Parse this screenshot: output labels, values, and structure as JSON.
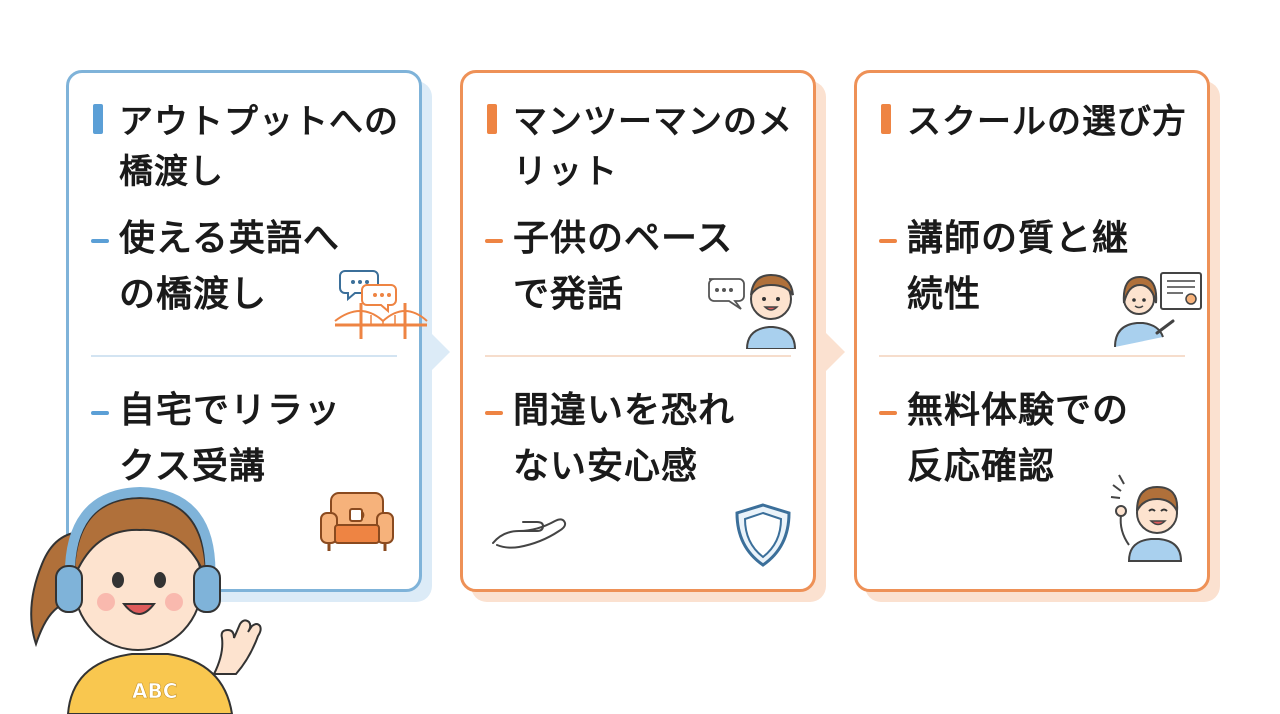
{
  "cards": [
    {
      "title": "アウトプットへの橋渡し",
      "items": [
        "使える英語への橋渡し",
        "自宅でリラックス受講"
      ]
    },
    {
      "title": "マンツーマンのメリット",
      "items": [
        "子供のペースで発話",
        "間違いを恐れない安心感"
      ]
    },
    {
      "title": "スクールの選び方",
      "items": [
        "講師の質と継続性",
        "無料体験での反応確認"
      ]
    }
  ],
  "child_shirt_text": "ABC",
  "colors": {
    "blue_accent": "#5b9fd6",
    "orange_accent": "#ee8443"
  }
}
